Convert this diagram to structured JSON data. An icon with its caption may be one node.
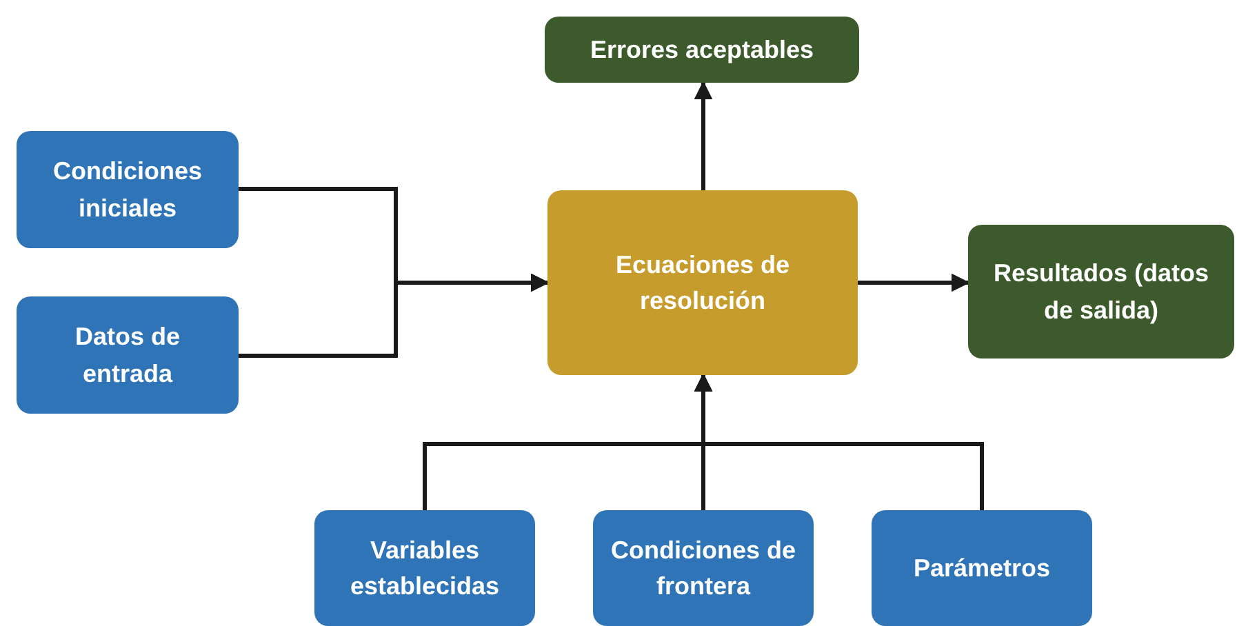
{
  "diagram": {
    "nodes": [
      {
        "text": [
          "Condiciones iniciales"
        ]
      },
      {
        "text": [
          "Datos de entrada"
        ]
      },
      {
        "text": [
          "Errores aceptables"
        ]
      },
      {
        "text": [
          "Ecuaciones de resolución"
        ]
      },
      {
        "text": [
          "Resultados (datos de salida)"
        ]
      },
      {
        "text": [
          "Variables establecidas"
        ]
      },
      {
        "text": [
          "Condiciones de frontera"
        ]
      },
      {
        "text": [
          "Parámetros"
        ]
      }
    ],
    "edges": [
      {
        "from": 0,
        "to": 3,
        "arrow": "to"
      },
      {
        "from": 1,
        "to": 3,
        "arrow": "to"
      },
      {
        "from": 3,
        "to": 2,
        "arrow": "to"
      },
      {
        "from": 3,
        "to": 4,
        "arrow": "to"
      },
      {
        "from": 5,
        "to": 3,
        "arrow": "to"
      },
      {
        "from": 6,
        "to": 3,
        "arrow": "to"
      },
      {
        "from": 7,
        "to": 3,
        "arrow": "to"
      }
    ]
  }
}
